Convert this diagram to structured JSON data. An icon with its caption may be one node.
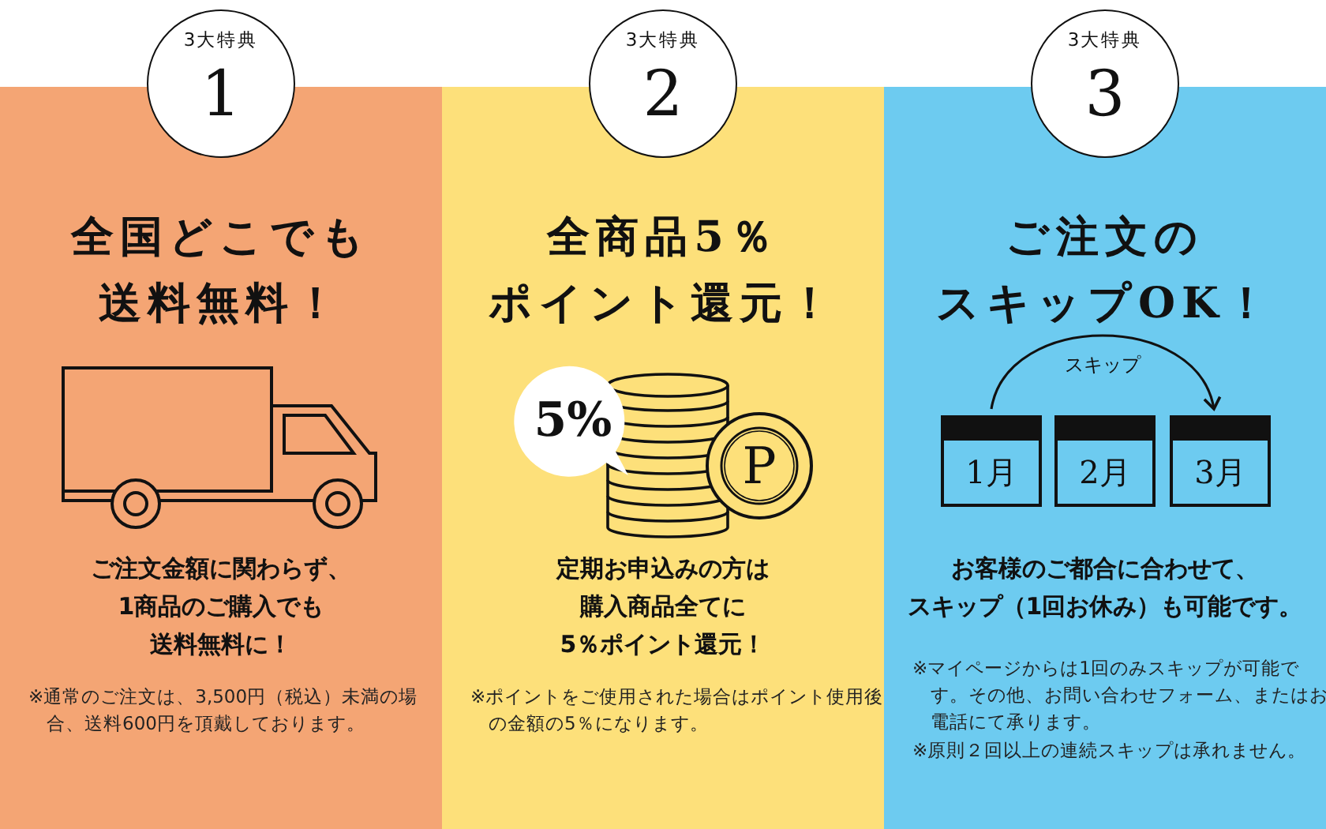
{
  "diagram": {
    "nodes": [
      {
        "text": [
          "全国どこでも送料無料！",
          "ご注文金額に関わらず、1商品のご購入でも送料無料に！",
          "※通常のご注文は、3,500円（税込）未満の場合、送料600円を頂戴しております。"
        ]
      },
      {
        "text": [
          "3大特典",
          "1"
        ]
      },
      {
        "text": [
          "全商品5％ポイント還元！",
          "定期お申込みの方は購入商品全てに5％ポイント還元！",
          "※ポイントをご使用された場合はポイント使用後の金額の5％になります。"
        ]
      },
      {
        "text": [
          "3大特典",
          "2"
        ]
      },
      {
        "text": [
          "5%"
        ],
        "in": 2
      },
      {
        "text": [
          "P"
        ],
        "in": 2
      },
      {
        "text": [
          "ご注文のスキップOK！",
          "お客様のご都合に合わせて、スキップ（1回お休み）も可能です。",
          "※マイページからは1回のみスキップが可能です。その他、お問い合わせフォーム、またはお電話にて承ります。",
          "※原則２回以上の連続スキップは承れません。"
        ]
      },
      {
        "text": [
          "3大特典",
          "3"
        ]
      },
      {
        "text": [
          "1月"
        ],
        "in": 6
      },
      {
        "text": [
          "2月"
        ],
        "in": 6
      },
      {
        "text": [
          "3月"
        ],
        "in": 6
      }
    ],
    "edges": [
      {
        "from": 8,
        "to": 10,
        "arrow": "to",
        "label": "スキップ"
      }
    ]
  }
}
